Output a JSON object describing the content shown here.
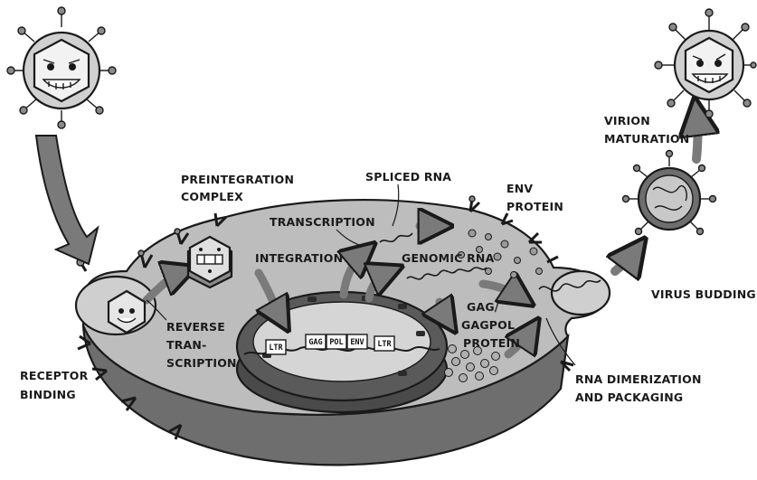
{
  "labels": {
    "receptor_binding": [
      "RECEPTOR",
      "BINDING"
    ],
    "preintegration_complex": [
      "PREINTEGRATION",
      "COMPLEX"
    ],
    "reverse_transcription": [
      "REVERSE",
      "TRAN-",
      "SCRIPTION"
    ],
    "integration": "INTEGRATION",
    "transcription": "TRANSCRIPTION",
    "spliced_rna": "SPLICED RNA",
    "env_protein": [
      "ENV",
      "PROTEIN"
    ],
    "genomic_rna": "GENOMIC RNA",
    "gag_gagpol_protein": [
      "GAG/",
      "GAGPOL",
      "PROTEIN"
    ],
    "rna_dimerization": [
      "RNA DIMERIZATION",
      "AND PACKAGING"
    ],
    "virus_budding": "VIRUS BUDDING",
    "virion_maturation": [
      "VIRION",
      "MATURATION"
    ]
  },
  "genes": [
    "LTR",
    "GAG",
    "POL",
    "ENV",
    "LTR"
  ],
  "colors": {
    "cytoplasm": "#bdbdbd",
    "membrane_side": "#6e6e6e",
    "nucleus": "#5a5a5a",
    "arrow": "#7a7a7a",
    "ink": "#1a1a1a"
  }
}
